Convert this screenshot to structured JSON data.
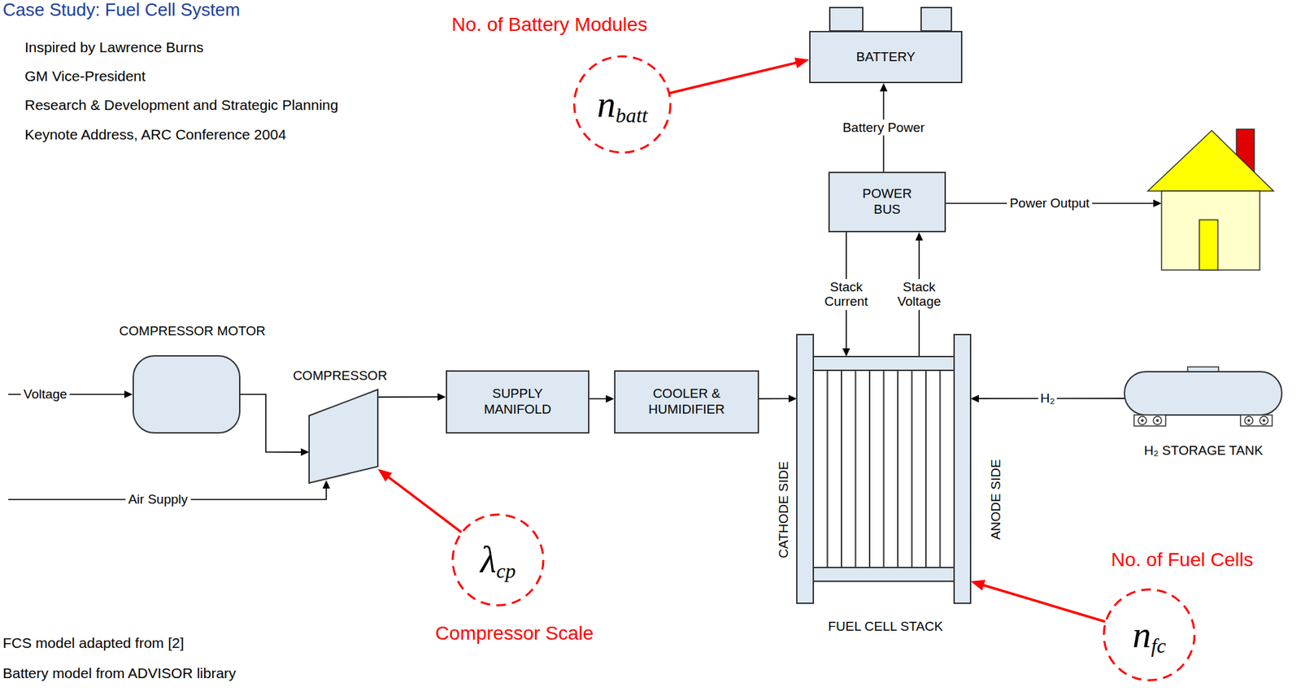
{
  "diagram": {
    "title": "Case Study: Fuel Cell System",
    "nodes": [
      {
        "text": [
          "No. of Battery Modules",
          "n",
          "batt"
        ]
      },
      {
        "text": [
          "BATTERY"
        ]
      },
      {
        "text": [
          "POWER BUS"
        ]
      },
      {
        "text": [
          "COMPRESSOR MOTOR"
        ]
      },
      {
        "text": [
          "COMPRESSOR"
        ]
      },
      {
        "text": [
          "SUPPLY MANIFOLD"
        ]
      },
      {
        "text": [
          "COOLER & HUMIDIFIER"
        ]
      },
      {
        "text": [
          "CATHODE SIDE",
          "ANODE SIDE",
          "FUEL CELL STACK"
        ]
      },
      {
        "text": [
          "H₂ STORAGE TANK"
        ]
      },
      {
        "text": [
          "λ",
          "cp",
          "Compressor Scale"
        ]
      },
      {
        "text": [
          "No. of Fuel Cells",
          "n",
          "fc"
        ]
      }
    ],
    "edges": [
      {
        "from": 2,
        "to": 1,
        "label": "Battery Power",
        "arrow": "to"
      },
      {
        "from": 2,
        "to": 7,
        "label": "Stack Current",
        "arrow": "to"
      },
      {
        "from": 7,
        "to": 2,
        "label": "Stack Voltage",
        "arrow": "to"
      },
      {
        "from": 3,
        "to": 4,
        "arrow": "to"
      },
      {
        "from": 4,
        "to": 5,
        "arrow": "to"
      },
      {
        "from": 5,
        "to": 6,
        "arrow": "to"
      },
      {
        "from": 6,
        "to": 7,
        "arrow": "to"
      },
      {
        "from": 8,
        "to": 7,
        "label": "H₂",
        "arrow": "to"
      },
      {
        "from": 0,
        "to": 1,
        "arrow": "to"
      },
      {
        "from": 9,
        "to": 4,
        "arrow": "to"
      },
      {
        "from": 10,
        "to": 7,
        "arrow": "to"
      }
    ],
    "labels": [
      "Inspired by Lawrence Burns",
      "GM Vice-President",
      "Research & Development and Strategic Planning",
      "Keynote Address, ARC Conference 2004",
      "Voltage",
      "Air Supply",
      "Power Output",
      "FCS model adapted from [2]",
      "Battery model from ADVISOR library"
    ]
  }
}
